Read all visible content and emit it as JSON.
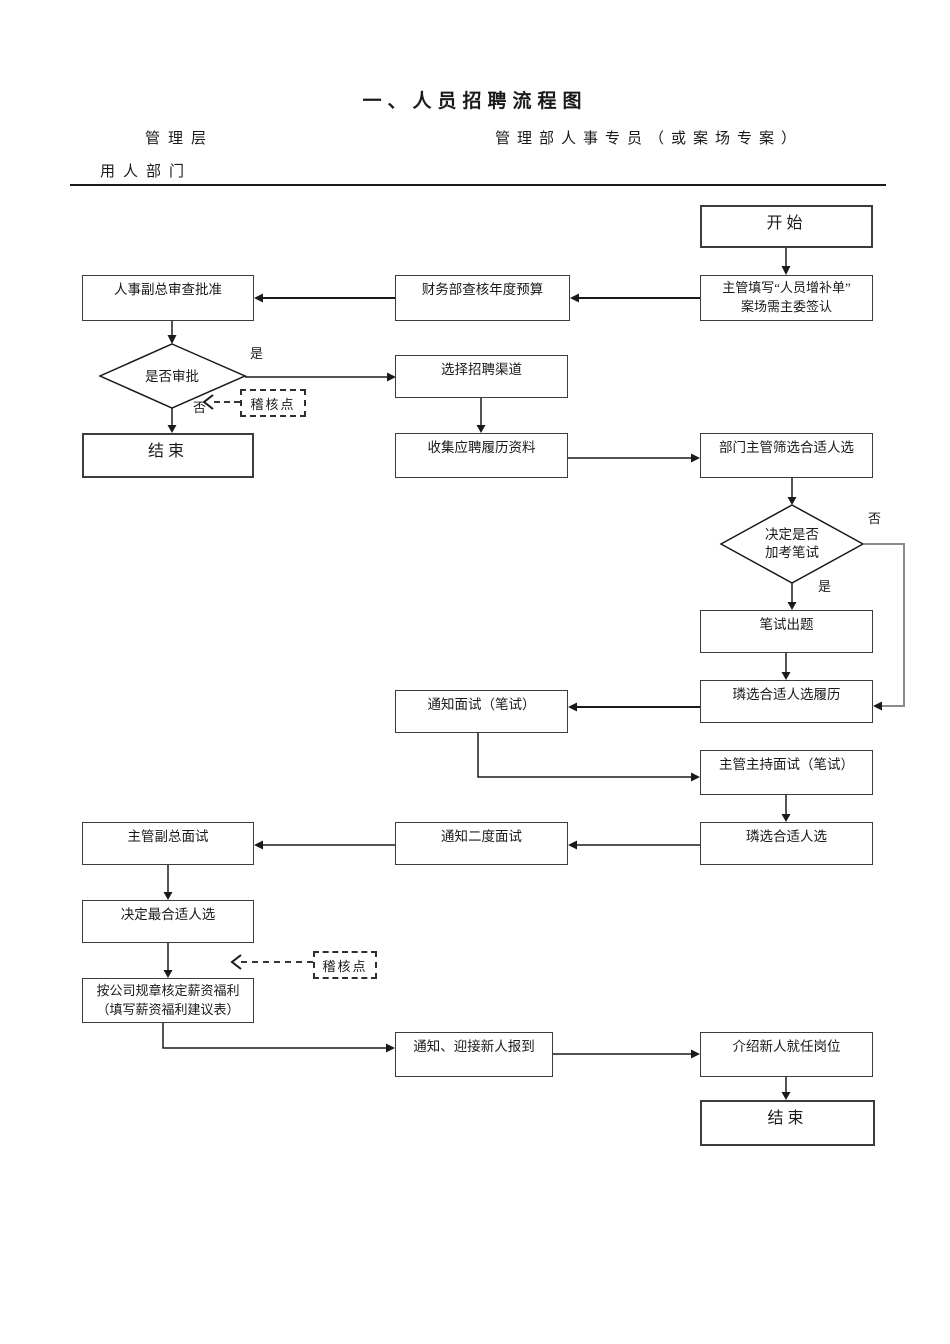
{
  "page": {
    "title": "一、人员招聘流程图",
    "lanes": {
      "management": "管理层",
      "hr_specialist": "管理部人事专员（或案场专案）",
      "hiring_department": "用人部门"
    }
  },
  "nodes": {
    "start": "开始",
    "fill_form_line1": "主管填写“人员增补单”",
    "fill_form_line2": "案场需主委签认",
    "budget_check": "财务部查核年度预算",
    "vp_approve": "人事副总审查批准",
    "end_left": "结束",
    "choose_channel": "选择招聘渠道",
    "collect_resume": "收集应聘履历资料",
    "dept_screen": "部门主管筛选合适人选",
    "written_exam": "笔试出题",
    "select_resume": "璘选合适人选履历",
    "notify_interview": "通知面试（笔试）",
    "host_interview": "主管主持面试（笔试）",
    "select_candidate": "璘选合适人选",
    "notify_second_interview": "通知二度面试",
    "vp_interview": "主管副总面试",
    "decide_final": "决定最合适人选",
    "salary_line1": "按公司规章核定薪资福利",
    "salary_line2": "（填写薪资福利建议表）",
    "welcome_newcomer": "通知、迎接新人报到",
    "introduce_position": "介绍新人就任岗位",
    "end_right": "结束"
  },
  "decisions": {
    "approve_or_not": "是否审批",
    "exam_or_not_line1": "决定是否",
    "exam_or_not_line2": "加考笔试"
  },
  "labels": {
    "yes1": "是",
    "no1": "否",
    "yes2": "是",
    "no2": "否",
    "audit_point_1": "稽核点",
    "audit_point_2": "稽核点"
  },
  "colors": {
    "line": "#1a1a1a",
    "bypass_line": "#8c8c8c",
    "box_border": "#3c3c3c"
  }
}
